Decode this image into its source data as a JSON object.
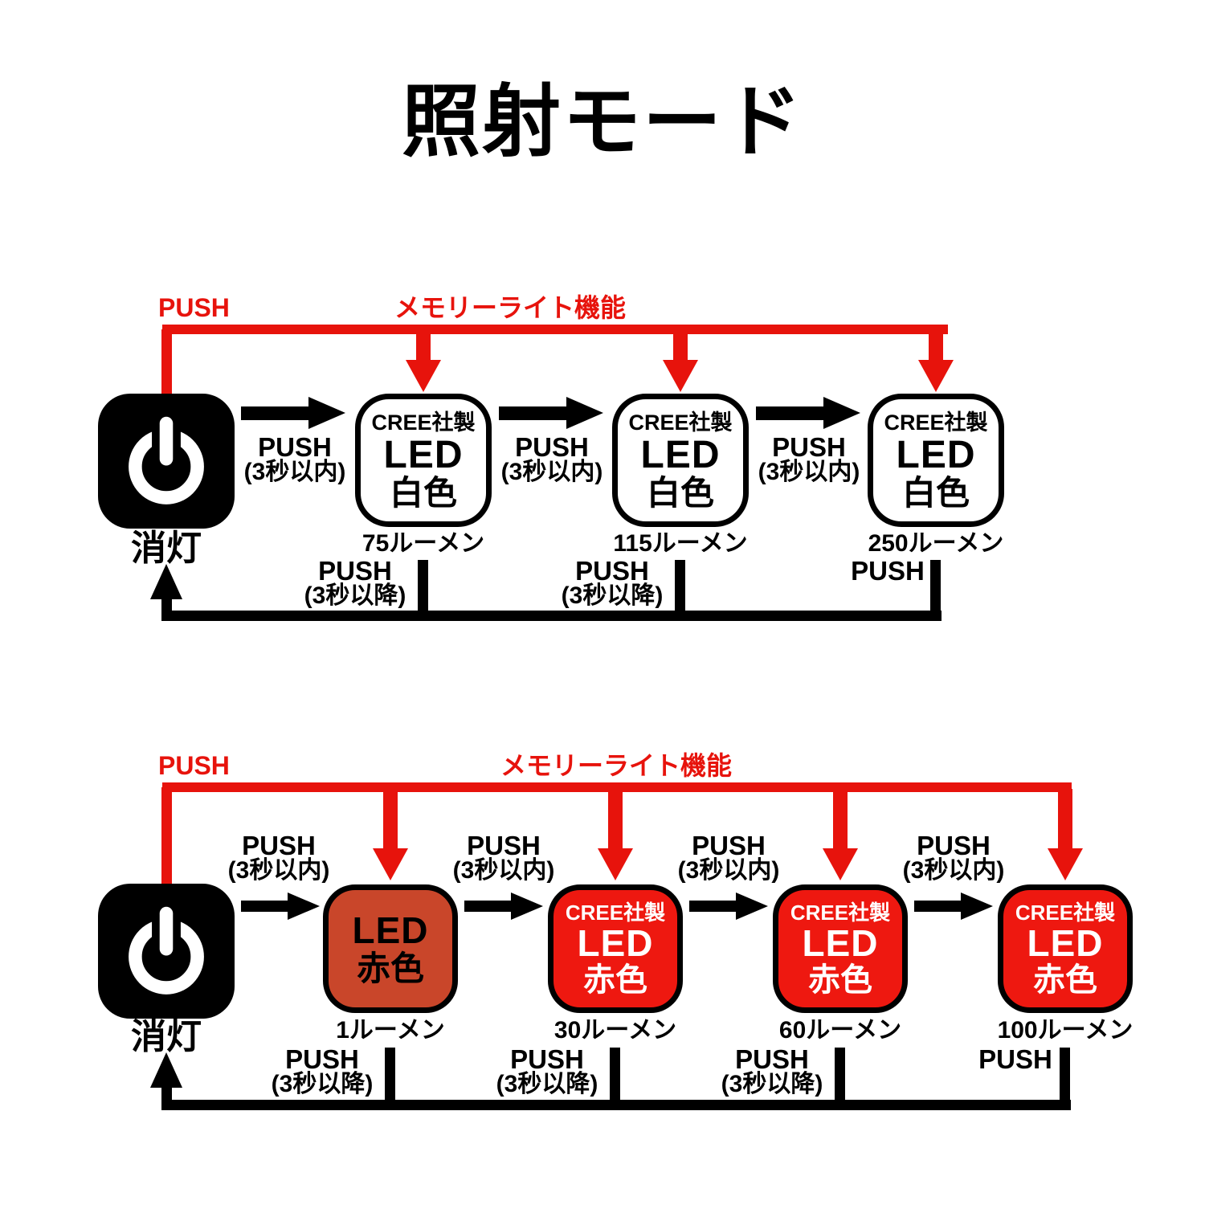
{
  "title": "照射モード",
  "colors": {
    "accent_red": "#e7130c",
    "node_red_bright": "#ee1810",
    "node_red_dark": "#c9462a",
    "node_black": "#000000",
    "background": "#ffffff"
  },
  "icons": {
    "off_node": "power-icon"
  },
  "diagram_white": {
    "push_label": "PUSH",
    "memory_label": "メモリーライト機能",
    "off_label": "消灯",
    "forward_label": {
      "line1": "PUSH",
      "line2": "(3秒以内)"
    },
    "back_label": {
      "line1": "PUSH",
      "line2": "(3秒以降)"
    },
    "back_label_last": "PUSH",
    "nodes": [
      {
        "maker": "CREE社製",
        "type": "LED",
        "color": "白色",
        "lumens": "75ルーメン"
      },
      {
        "maker": "CREE社製",
        "type": "LED",
        "color": "白色",
        "lumens": "115ルーメン"
      },
      {
        "maker": "CREE社製",
        "type": "LED",
        "color": "白色",
        "lumens": "250ルーメン"
      }
    ]
  },
  "diagram_red": {
    "push_label": "PUSH",
    "memory_label": "メモリーライト機能",
    "off_label": "消灯",
    "forward_label": {
      "line1": "PUSH",
      "line2": "(3秒以内)"
    },
    "back_label": {
      "line1": "PUSH",
      "line2": "(3秒以降)"
    },
    "back_label_last": "PUSH",
    "nodes": [
      {
        "type": "LED",
        "color": "赤色",
        "lumens": "1ルーメン"
      },
      {
        "maker": "CREE社製",
        "type": "LED",
        "color": "赤色",
        "lumens": "30ルーメン"
      },
      {
        "maker": "CREE社製",
        "type": "LED",
        "color": "赤色",
        "lumens": "60ルーメン"
      },
      {
        "maker": "CREE社製",
        "type": "LED",
        "color": "赤色",
        "lumens": "100ルーメン"
      }
    ]
  }
}
